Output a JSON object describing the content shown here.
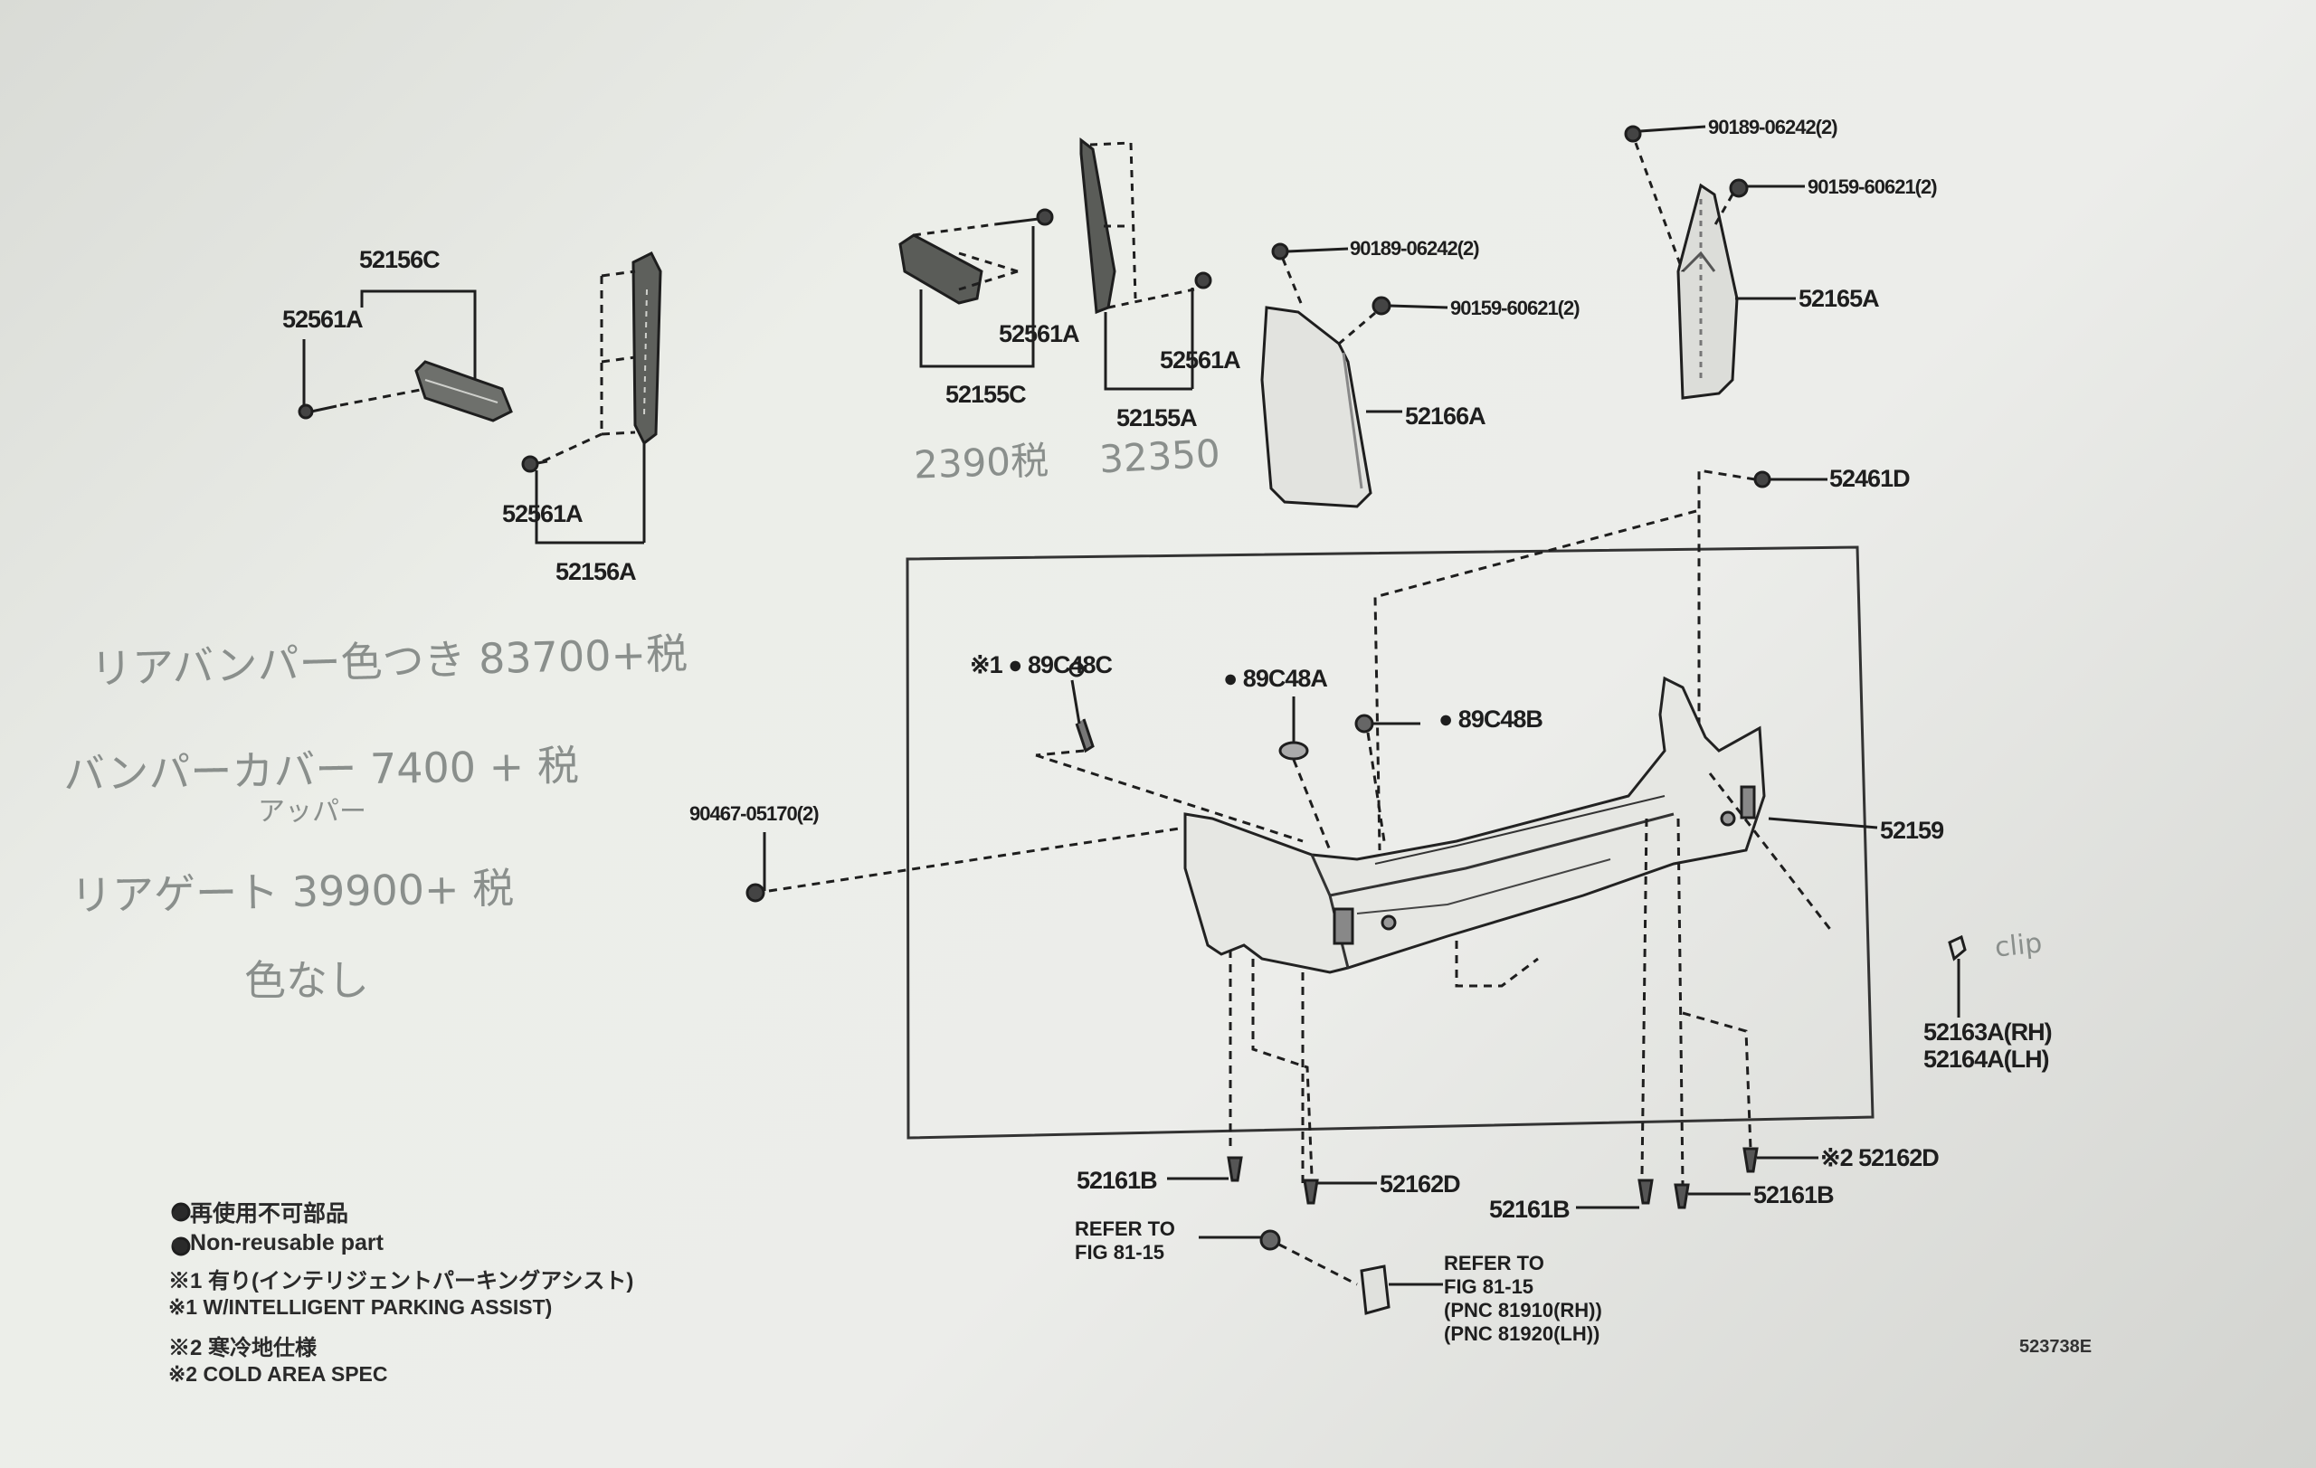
{
  "labels": {
    "p52156C": "52156C",
    "p52561A_1": "52561A",
    "p52561A_2": "52561A",
    "p52156A": "52156A",
    "p52561A_3": "52561A",
    "p52155C": "52155C",
    "p52561A_4": "52561A",
    "p52155A": "52155A",
    "p90189_1": "90189-06242(2)",
    "p90159_1": "90159-60621(2)",
    "p52166A": "52166A",
    "p90189_2": "90189-06242(2)",
    "p90159_2": "90159-60621(2)",
    "p52165A": "52165A",
    "p52461D": "52461D",
    "p89C48C": "※1 ● 89C48C",
    "p89C48A": "● 89C48A",
    "p89C48B": "● 89C48B",
    "p90467": "90467-05170(2)",
    "p52159": "52159",
    "p52163A": "52163A(RH)",
    "p52164A": "52164A(LH)",
    "p52161B_1": "52161B",
    "p52162D_1": "52162D",
    "p52161B_2": "52161B",
    "p52161B_3": "52161B",
    "p52162D_2": "※2 52162D"
  },
  "refer_1": "REFER TO\nFIG 81-15",
  "refer_2": "REFER TO\nFIG 81-15\n(PNC 81910(RH))\n(PNC 81920(LH))",
  "legend": {
    "line1": "● 再使用不可部品",
    "line2": "● Non-reusable part",
    "line3": "※1 有り(インテリジェントパーキングアシスト)",
    "line4": "※1 W/INTELLIGENT PARKING ASSIST)",
    "line5": "※2 寒冷地仕様",
    "line6": "※2 COLD AREA SPEC"
  },
  "illustration_code": "523738E",
  "handwritten": {
    "price_52155C": "2390税",
    "price_52155A": "32350",
    "note_1": "リアバンパー色つき 83700+税",
    "note_2": "バンパーカバー 7400 + 税",
    "note_2b": "アッパー",
    "note_3": "リアゲート 39900+ 税",
    "note_4": "色なし",
    "note_clip": "clip"
  },
  "colors": {
    "ink": "#1e1e1e",
    "pencil": "#8a8f8c"
  }
}
